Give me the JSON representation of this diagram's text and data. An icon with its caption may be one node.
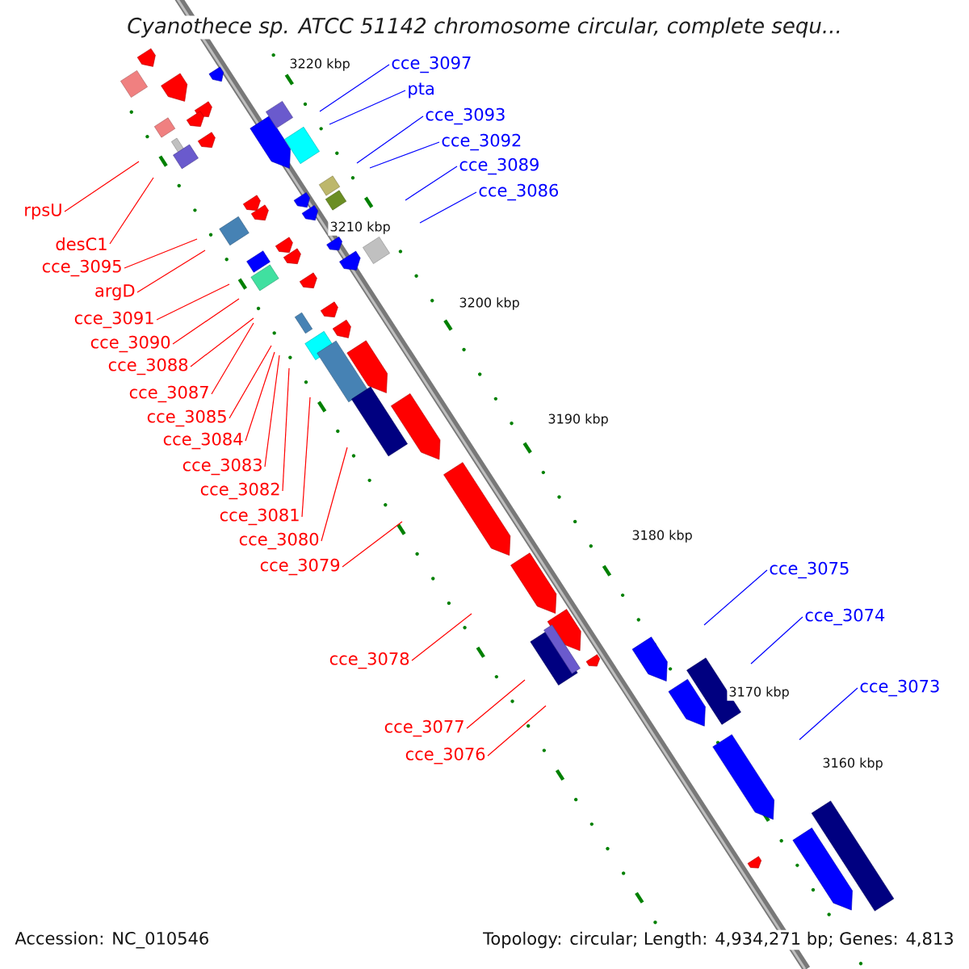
{
  "diagram": {
    "title": "Cyanothece sp. ATCC 51142 chromosome circular, complete sequ...",
    "nodes": [
      {
        "text": [
          "cce_3097"
        ]
      },
      {
        "text": [
          "pta"
        ]
      },
      {
        "text": [
          "cce_3093"
        ]
      },
      {
        "text": [
          "cce_3092"
        ]
      },
      {
        "text": [
          "cce_3089"
        ]
      },
      {
        "text": [
          "cce_3086"
        ]
      },
      {
        "text": [
          "rpsU"
        ]
      },
      {
        "text": [
          "desC1"
        ]
      },
      {
        "text": [
          "cce_3095"
        ]
      },
      {
        "text": [
          "argD"
        ]
      },
      {
        "text": [
          "cce_3091"
        ]
      },
      {
        "text": [
          "cce_3090"
        ]
      },
      {
        "text": [
          "cce_3088"
        ]
      },
      {
        "text": [
          "cce_3087"
        ]
      },
      {
        "text": [
          "cce_3085"
        ]
      },
      {
        "text": [
          "cce_3084"
        ]
      },
      {
        "text": [
          "cce_3083"
        ]
      },
      {
        "text": [
          "cce_3082"
        ]
      },
      {
        "text": [
          "cce_3081"
        ]
      },
      {
        "text": [
          "cce_3080"
        ]
      },
      {
        "text": [
          "cce_3079"
        ]
      },
      {
        "text": [
          "cce_3075"
        ]
      },
      {
        "text": [
          "cce_3074"
        ]
      },
      {
        "text": [
          "cce_3078"
        ]
      },
      {
        "text": [
          "cce_3073"
        ]
      },
      {
        "text": [
          "cce_3077"
        ]
      },
      {
        "text": [
          "cce_3076"
        ]
      }
    ],
    "edges": [
      {
        "from": 0,
        "to": null,
        "arrow": "none",
        "color": "#0000ff"
      },
      {
        "from": 1,
        "to": null,
        "arrow": "none",
        "color": "#0000ff"
      },
      {
        "from": 2,
        "to": null,
        "arrow": "none",
        "color": "#0000ff"
      },
      {
        "from": 3,
        "to": null,
        "arrow": "none",
        "color": "#0000ff"
      },
      {
        "from": 4,
        "to": null,
        "arrow": "none",
        "color": "#0000ff"
      },
      {
        "from": 5,
        "to": null,
        "arrow": "none",
        "color": "#0000ff"
      },
      {
        "from": 6,
        "to": null,
        "arrow": "none"
      },
      {
        "from": 7,
        "to": null,
        "arrow": "none"
      },
      {
        "from": 8,
        "to": null,
        "arrow": "none"
      },
      {
        "from": 9,
        "to": null,
        "arrow": "none"
      },
      {
        "from": 10,
        "to": null,
        "arrow": "none"
      },
      {
        "from": 11,
        "to": null,
        "arrow": "none"
      },
      {
        "from": 12,
        "to": null,
        "arrow": "none"
      },
      {
        "from": 13,
        "to": null,
        "arrow": "none"
      },
      {
        "from": 14,
        "to": null,
        "arrow": "none"
      },
      {
        "from": 15,
        "to": null,
        "arrow": "none"
      },
      {
        "from": 16,
        "to": null,
        "arrow": "none"
      },
      {
        "from": 17,
        "to": null,
        "arrow": "none"
      },
      {
        "from": 18,
        "to": null,
        "arrow": "none"
      },
      {
        "from": 19,
        "to": null,
        "arrow": "none"
      },
      {
        "from": 20,
        "to": null,
        "arrow": "none"
      },
      {
        "from": 21,
        "to": null,
        "arrow": "none",
        "color": "#0000ff"
      },
      {
        "from": 22,
        "to": null,
        "arrow": "none",
        "color": "#0000ff"
      },
      {
        "from": 23,
        "to": null,
        "arrow": "none"
      },
      {
        "from": 24,
        "to": null,
        "arrow": "none",
        "color": "#0000ff"
      },
      {
        "from": 25,
        "to": null,
        "arrow": "none"
      },
      {
        "from": 26,
        "to": null,
        "arrow": "none"
      }
    ],
    "labels": [
      "3220 kbp",
      "3210 kbp",
      "3200 kbp",
      "3190 kbp",
      "3180 kbp",
      "3170 kbp",
      "3160 kbp",
      "Accession: NC_010546",
      "Topology: circular; Length: 4,934,271 bp; Genes: 4,813"
    ]
  }
}
